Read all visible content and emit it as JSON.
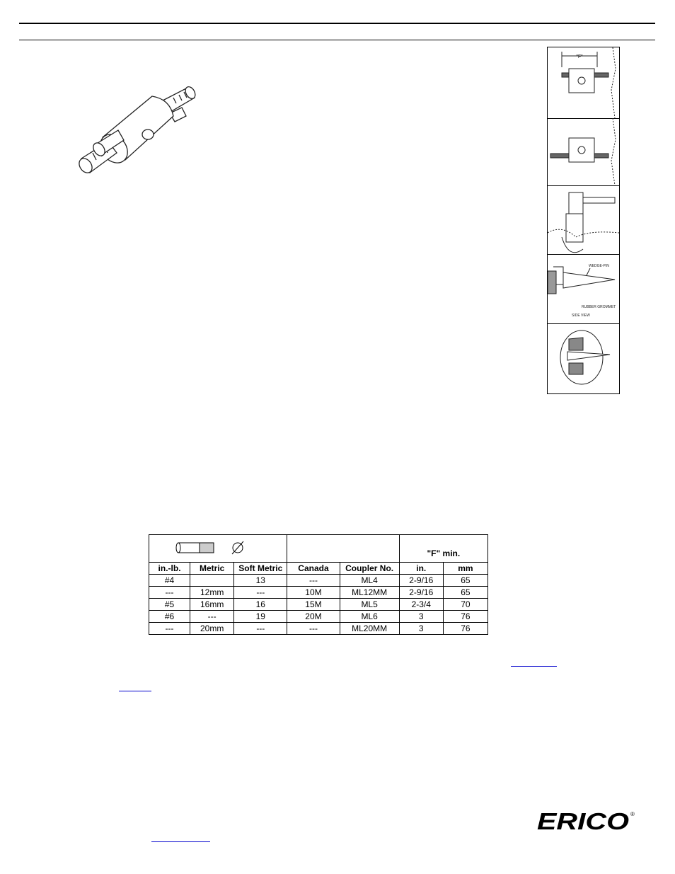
{
  "brand": {
    "logo_text": "ERICO",
    "registered_mark": "®"
  },
  "figure": {
    "step_labels": {
      "dimension": "\"F\"",
      "wedge_pin": "WEDGE-PIN",
      "rubber_grommet": "RUBBER GROMMET",
      "side_view": "SIDE VIEW"
    }
  },
  "spec_table": {
    "header_group": "\"F\" min.",
    "columns": [
      "in.-lb.",
      "Metric",
      "Soft Metric",
      "Canada",
      "Coupler No.",
      "in.",
      "mm"
    ],
    "rows": [
      [
        "#4",
        "",
        "13",
        "---",
        "ML4",
        "2-9/16",
        "65"
      ],
      [
        "---",
        "12mm",
        "---",
        "10M",
        "ML12MM",
        "2-9/16",
        "65"
      ],
      [
        "#5",
        "16mm",
        "16",
        "15M",
        "ML5",
        "2-3/4",
        "70"
      ],
      [
        "#6",
        "---",
        "19",
        "20M",
        "ML6",
        "3",
        "76"
      ],
      [
        "---",
        "20mm",
        "---",
        "---",
        "ML20MM",
        "3",
        "76"
      ]
    ]
  },
  "colors": {
    "link": "#0000cc",
    "rule": "#000000"
  }
}
